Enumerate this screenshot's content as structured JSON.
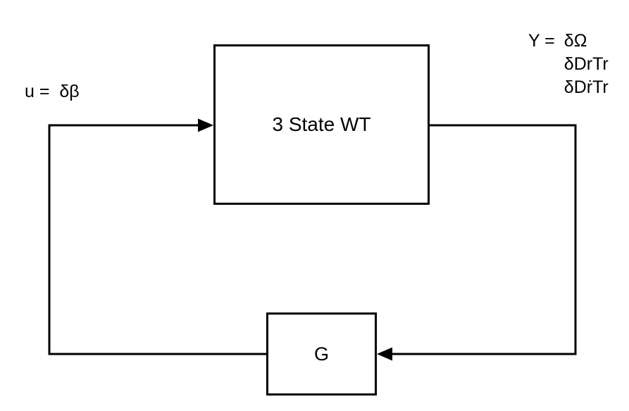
{
  "diagram": {
    "blocks": {
      "plant": {
        "label": "3 State WT"
      },
      "gain": {
        "label": "G"
      }
    },
    "input_label": {
      "text": "u =  δβ"
    },
    "output_label": {
      "prefix": "Y = ",
      "lines": [
        "δΩ",
        "δDrTr",
        "δDṙTr"
      ]
    },
    "colors": {
      "line": "#000000",
      "background": "#ffffff"
    }
  }
}
